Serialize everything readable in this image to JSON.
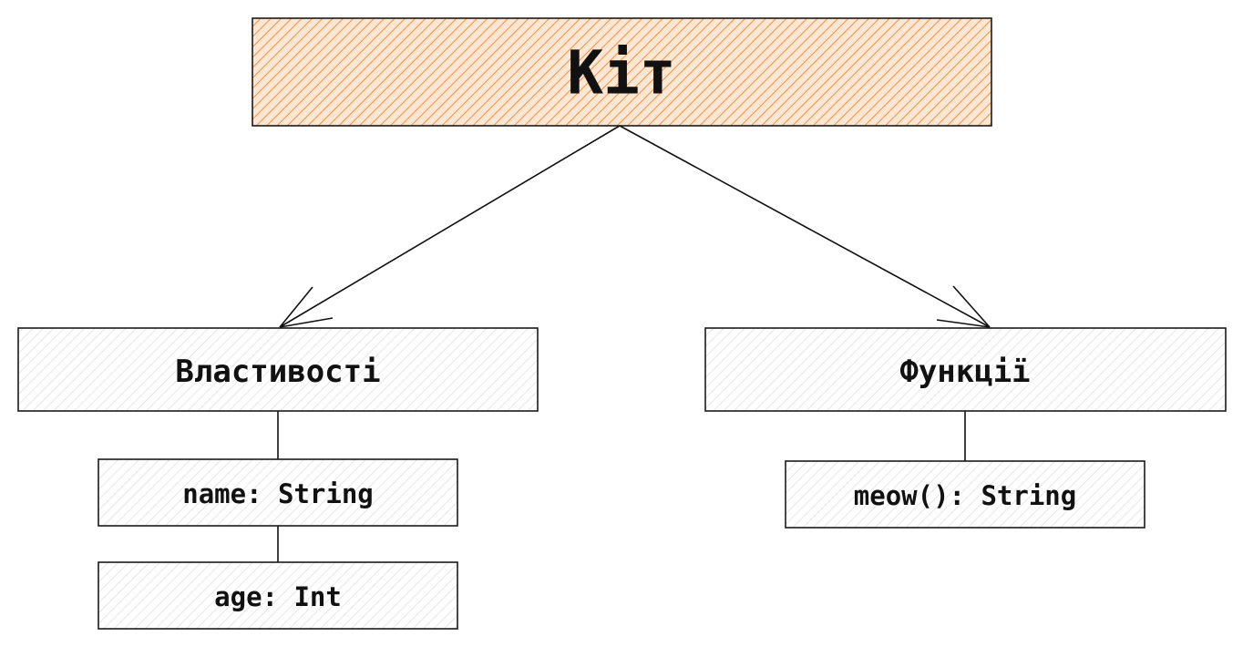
{
  "diagram": {
    "root": {
      "label": "Кіт",
      "fill_color": "#f4a261",
      "hatch_color": "#e8843c"
    },
    "properties": {
      "label": "Властивості",
      "items": [
        "name: String",
        "age: Int"
      ]
    },
    "functions": {
      "label": "Функції",
      "items": [
        "meow(): String"
      ]
    },
    "colors": {
      "box_background": "#ffffff",
      "hatch": "#d9d9d9",
      "stroke": "#1a1a1a"
    }
  }
}
